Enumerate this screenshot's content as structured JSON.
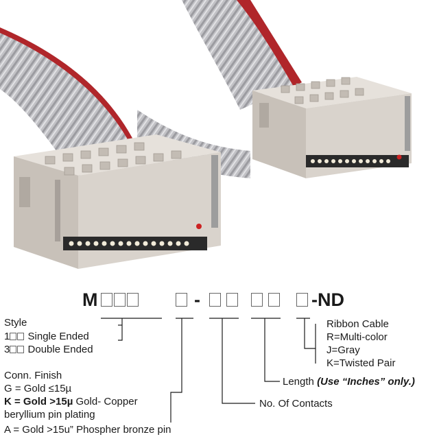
{
  "part_number": {
    "prefix": "M",
    "dash": "-",
    "suffix": "-ND"
  },
  "style": {
    "heading": "Style",
    "single_code": "1",
    "single_label": "Single Ended",
    "double_code": "3",
    "double_label": "Double Ended"
  },
  "conn_finish": {
    "heading": "Conn. Finish",
    "g_line": "G = Gold ≤15µ",
    "k_code": "K = Gold >15µ",
    "k_rest": "Gold- Copper",
    "k_line2": "beryllium pin plating",
    "a_line": "A = Gold >15u” Phospher bronze pin"
  },
  "contacts": {
    "label": "No. Of Contacts"
  },
  "length": {
    "label": "Length",
    "note": "(Use “Inches” only.)"
  },
  "ribbon": {
    "heading": "Ribbon Cable",
    "options": [
      "R=Multi-color",
      "J=Gray",
      "K=Twisted Pair"
    ]
  },
  "colors": {
    "ribbon_gray": "#b4b4b7",
    "ribbon_red_stripe": "#b0262a",
    "connector_body": "#d9d3cc",
    "connector_shadow": "#b9b2aa",
    "pin1_marker": "#cc2222"
  }
}
